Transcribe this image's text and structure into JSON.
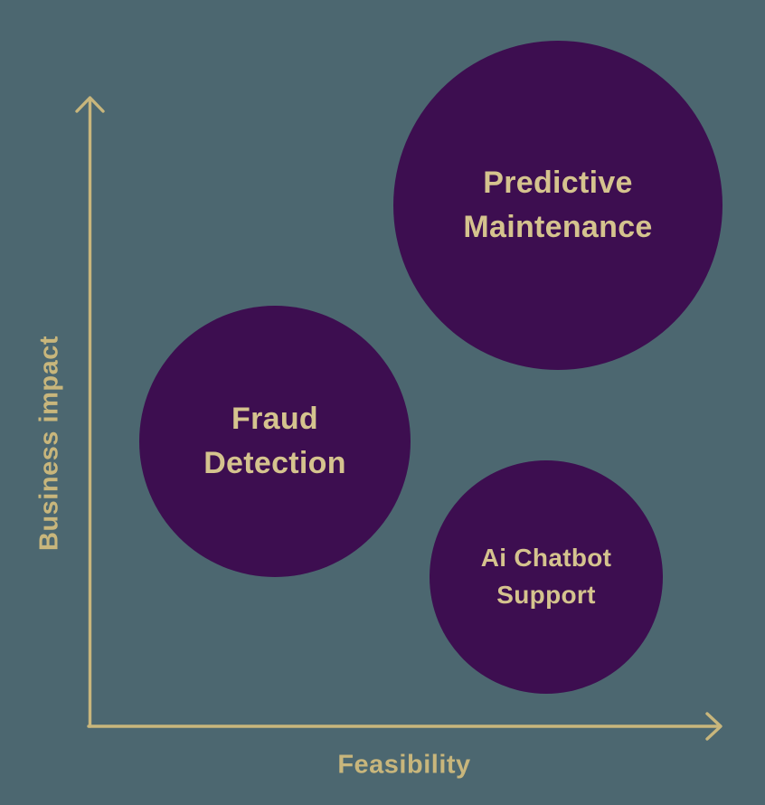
{
  "colors": {
    "background": "#4c6770",
    "bubble_fill": "#3d0e50",
    "bubble_text": "#d5c38e",
    "axis": "#c8b67c"
  },
  "axes": {
    "x_label": "Feasibility",
    "y_label": "Business impact"
  },
  "chart_data": {
    "type": "scatter",
    "subtype": "bubble",
    "title": "",
    "xlabel": "Feasibility",
    "ylabel": "Business impact",
    "xlim": [
      0,
      100
    ],
    "ylim": [
      0,
      100
    ],
    "grid": false,
    "axis_ticks": "none",
    "legend": "none",
    "points": [
      {
        "label": "Predictive Maintenance",
        "label_lines": [
          "Predictive",
          "Maintenance"
        ],
        "x": 74,
        "y": 83,
        "size": 100,
        "px": {
          "cx": 617,
          "cy": 227,
          "r": 182,
          "font_px": 34
        }
      },
      {
        "label": "Fraud Detection",
        "label_lines": [
          "Fraud",
          "Detection"
        ],
        "x": 29,
        "y": 45,
        "size": 68,
        "px": {
          "cx": 304,
          "cy": 488,
          "r": 150,
          "font_px": 34
        }
      },
      {
        "label": "Ai Chatbot Support",
        "label_lines": [
          "Ai Chatbot",
          "Support"
        ],
        "x": 73,
        "y": 24,
        "size": 50,
        "px": {
          "cx": 604,
          "cy": 638,
          "r": 129,
          "font_px": 28
        }
      }
    ]
  }
}
